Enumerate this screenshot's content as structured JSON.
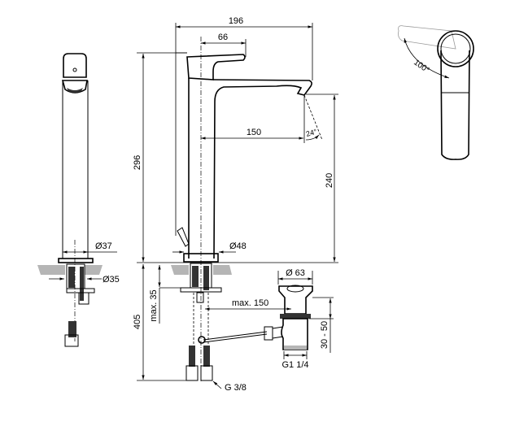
{
  "dimensions": {
    "total_width": "196",
    "lever_offset": "66",
    "total_height": "296",
    "spout_reach": "150",
    "spout_angle": "24°",
    "spout_height": "240",
    "side_body_diameter": "Ø37",
    "base_diameter": "Ø48",
    "hole_diameter": "Ø35",
    "lever_rotation": "100°",
    "max_counter_thickness": "max. 35",
    "below_counter_length": "405",
    "max_drain_distance": "max. 150",
    "drain_diameter": "Ø 63",
    "drain_adjust": "30 - 50",
    "drain_thread": "G1 1/4",
    "hose_thread": "G 3/8"
  },
  "colors": {
    "line": "#000000",
    "counter": "#b5b5b5"
  }
}
